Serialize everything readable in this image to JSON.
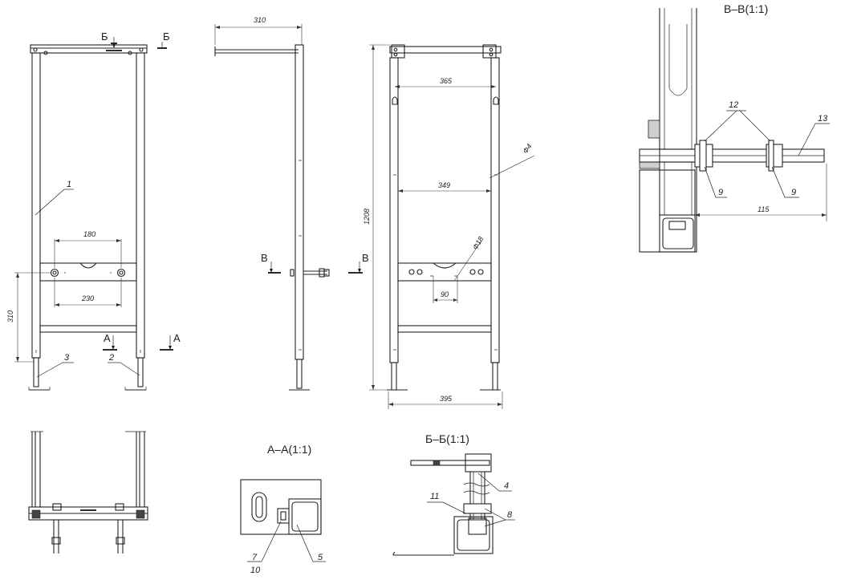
{
  "dimensions": {
    "d180": "180",
    "d230": "230",
    "d310_left": "310",
    "d310_top": "310",
    "d365": "365",
    "d349": "349",
    "d1208": "1208",
    "d395": "395",
    "d90": "90",
    "phi4": "Ф4",
    "phi18": "Ф18",
    "d115": "115"
  },
  "callouts": {
    "n1": "1",
    "n2": "2",
    "n3": "3",
    "n4": "4",
    "n5": "5",
    "n7": "7",
    "n8": "8",
    "n9a": "9",
    "n9b": "9",
    "n10": "10",
    "n11": "11",
    "n12": "12",
    "n13": "13"
  },
  "section_marks": {
    "b_left": "Б",
    "b_right": "Б",
    "a_left": "А",
    "a_right": "А",
    "v_left": "В",
    "v_right": "В"
  },
  "titles": {
    "section_aa": "А–А(1:1)",
    "section_bb": "Б–Б(1:1)",
    "section_vv": "В–В(1:1)"
  }
}
